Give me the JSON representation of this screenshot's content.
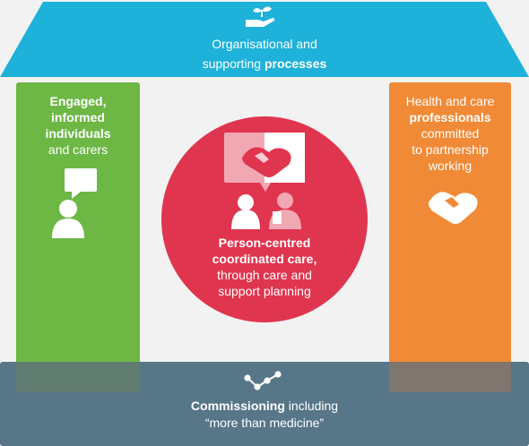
{
  "roof": {
    "line1": "Organisational and",
    "line2_prefix": "supporting ",
    "line2_bold": "processes",
    "icon": "hand-with-plant-icon",
    "color": "#1eb1d9"
  },
  "left_pillar": {
    "bold_lines": [
      "Engaged,",
      "informed",
      "individuals"
    ],
    "normal_line": "and carers",
    "icons": [
      "speech-bubble-icon",
      "person-icon"
    ],
    "color": "#6db745"
  },
  "right_pillar": {
    "line1": "Health and care",
    "bold_line": "professionals",
    "line3": "committed",
    "line4": "to partnership",
    "line5": "working",
    "icon": "handshake-icon",
    "color": "#f18a36"
  },
  "center": {
    "bold_lines": [
      "Person-centred",
      "coordinated care,"
    ],
    "normal_lines": [
      "through care and",
      "support planning"
    ],
    "icons": [
      "handshake-speech-bubble-icon",
      "two-people-icon"
    ],
    "color": "#e0354e"
  },
  "base": {
    "line1_bold": "Commissioning",
    "line1_rest": " including",
    "line2": "“more than medicine”",
    "icon": "network-nodes-icon",
    "color": "#527284"
  }
}
